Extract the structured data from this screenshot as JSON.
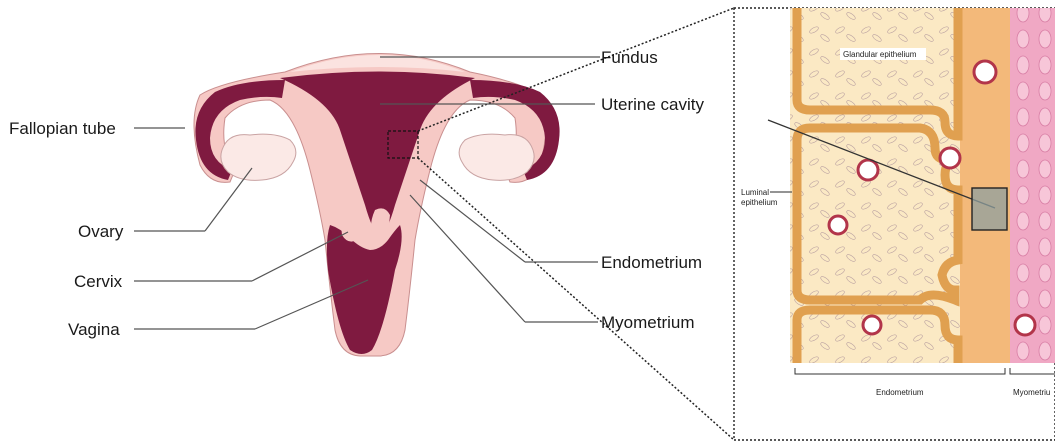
{
  "labels": {
    "fundus": "Fundus",
    "uterine_cavity": "Uterine cavity",
    "fallopian_tube": "Fallopian tube",
    "ovary": "Ovary",
    "cervix": "Cervix",
    "vagina": "Vagina",
    "endometrium": "Endometrium",
    "myometrium": "Myometrium"
  },
  "inset": {
    "glandular_epithelium": "Glandular epithelium",
    "luminal_epithelium_line1": "Luminal",
    "luminal_epithelium_line2": "epithelium",
    "endometrium": "Endometrium",
    "myometrium": "Myometriu"
  },
  "colors": {
    "maroon": "#7f1a40",
    "pink": "#f6c9c5",
    "light_pink": "#fbe3e0",
    "stroma": "#fbe9c4",
    "epithelium": "#e0a050"
  }
}
